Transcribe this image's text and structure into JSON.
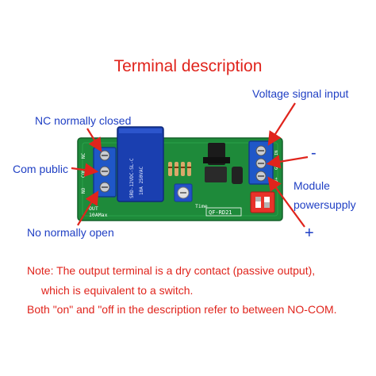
{
  "title": "Terminal description",
  "labels": {
    "nc": "NC normally closed",
    "com": "Com public",
    "no": "No normally open",
    "voltage": "Voltage signal input",
    "minus": "-",
    "module_line1": "Module",
    "module_line2": "powersupply",
    "plus": "+"
  },
  "board": {
    "relay_text_1": "SRD-12VDC-SL-C",
    "relay_text_2": "10A 250VAC",
    "left_terminal_labels": [
      "NC",
      "COM",
      "NO"
    ],
    "bottom_left_text_1": "OUT",
    "bottom_left_text_2": "10AMax",
    "bottom_mid_text": "Time",
    "model": "QF-RD21",
    "right_terminal_labels": [
      "IN",
      "GND",
      "V+"
    ]
  },
  "notes": {
    "line1": "Note: The output terminal is a dry contact (passive output),",
    "line2": "which is equivalent to a switch.",
    "line3": "Both \"on\" and \"off in the description refer to between NO-COM."
  },
  "colors": {
    "title": "#e0241c",
    "labels": "#1f3fc4",
    "arrows": "#e0241c",
    "pcb": "#1e8a3a",
    "terminal": "#1f57c8",
    "relay": "#1a3fb0",
    "dip_switch": "#e8322a"
  }
}
